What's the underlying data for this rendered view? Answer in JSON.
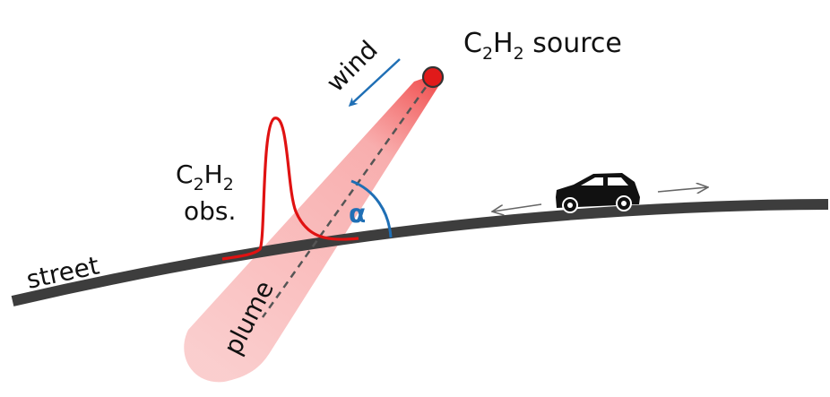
{
  "labels": {
    "source_base": "C",
    "source_sub1": "2",
    "source_mid": "H",
    "source_sub2": "2",
    "source_suffix": " source",
    "wind": "wind",
    "obs_base": "C",
    "obs_sub1": "2",
    "obs_mid": "H",
    "obs_sub2": "2",
    "obs_line2": "obs.",
    "street": "street",
    "plume": "plume",
    "angle": "α"
  },
  "colors": {
    "street": "#3d3d3d",
    "plume": "#f7a6a6",
    "source": "#e01a1a",
    "observation_curve": "#e01212",
    "wind_arrow": "#1f6fb5",
    "angle_arc": "#1f6fb5",
    "angle_label": "#1f6fb5",
    "car": "#111111",
    "motion_arrows": "#666666",
    "plume_axis": "#555555"
  },
  "icons": {
    "vehicle": "car-icon"
  }
}
